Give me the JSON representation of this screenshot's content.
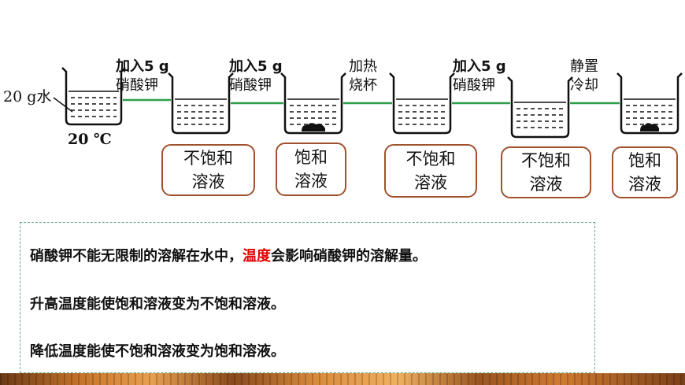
{
  "diagram": {
    "water_label": "20 g水",
    "temp_label": "20 ℃",
    "steps": [
      {
        "line1": "加入5 g",
        "line2": "硝酸钾"
      },
      {
        "line1": "加入5 g",
        "line2": "硝酸钾"
      },
      {
        "line1": "加热",
        "line2": "烧杯"
      },
      {
        "line1": "加入5 g",
        "line2": "硝酸钾"
      },
      {
        "line1": "静置",
        "line2": "冷却"
      }
    ],
    "states": [
      {
        "line1": "不饱和",
        "line2": "溶液"
      },
      {
        "line1": "饱和",
        "line2": "溶液"
      },
      {
        "line1": "不饱和",
        "line2": "溶液"
      },
      {
        "line1": "不饱和",
        "line2": "溶液"
      },
      {
        "line1": "饱和",
        "line2": "溶液"
      }
    ]
  },
  "colors": {
    "connector": "#2e9e4a",
    "box_border": "#a0522d",
    "highlight": "#e00000",
    "note_border": "#6aa58f"
  },
  "notes": {
    "line1_before": "硝酸钾不能无限制的溶解在水中，",
    "line1_highlight": "温度",
    "line1_after": "会影响硝酸钾的溶解量。",
    "line2": "升高温度能使饱和溶液变为不饱和溶液。",
    "line3": "降低温度能使不饱和溶液变为饱和溶液。"
  }
}
